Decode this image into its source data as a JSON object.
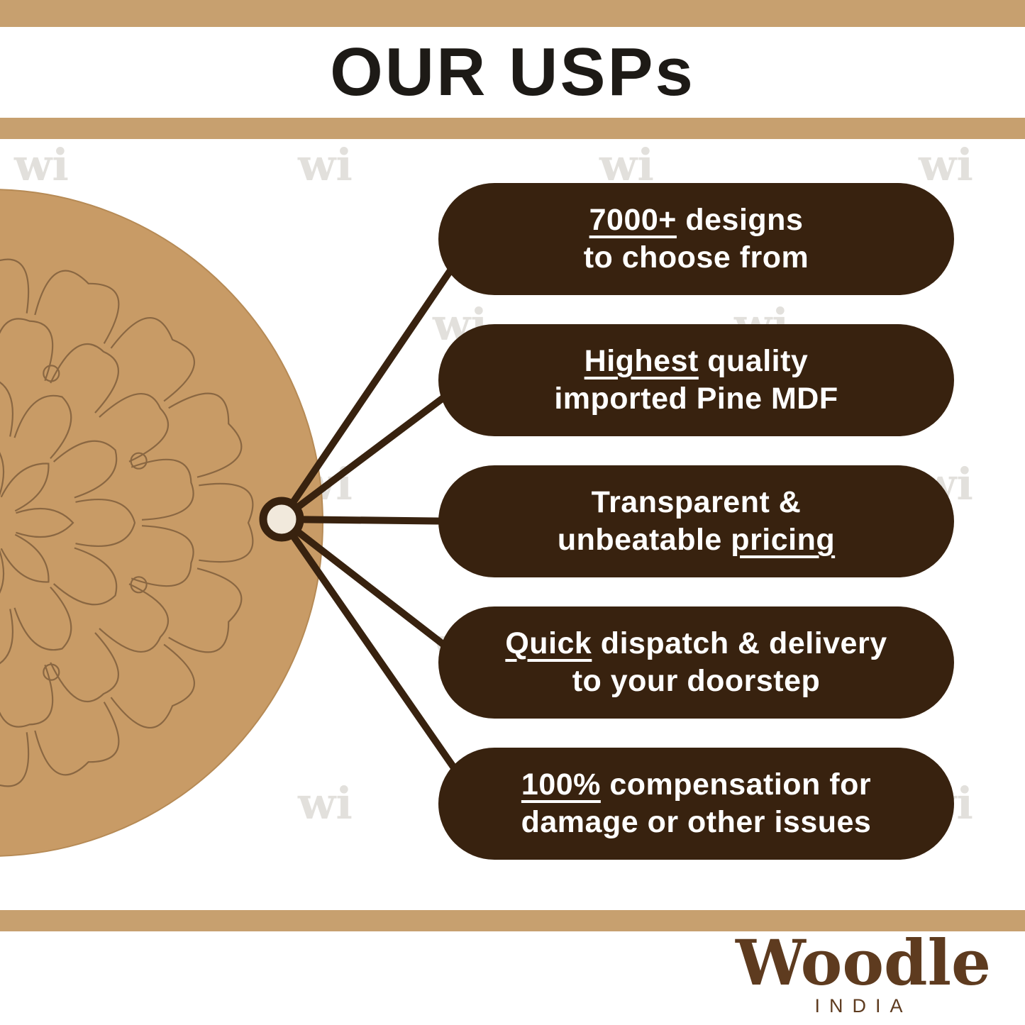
{
  "header": {
    "title": "OUR USPs"
  },
  "watermark": {
    "text": "wi"
  },
  "usps": [
    {
      "lines": [
        [
          {
            "t": "7000+",
            "u": true
          },
          {
            "t": " designs",
            "u": false
          }
        ],
        [
          {
            "t": "to choose from",
            "u": false
          }
        ]
      ]
    },
    {
      "lines": [
        [
          {
            "t": "Highest",
            "u": true
          },
          {
            "t": " quality",
            "u": false
          }
        ],
        [
          {
            "t": "imported Pine MDF",
            "u": false
          }
        ]
      ]
    },
    {
      "lines": [
        [
          {
            "t": "Transparent &",
            "u": false
          }
        ],
        [
          {
            "t": "unbeatable ",
            "u": false
          },
          {
            "t": "pricing",
            "u": true
          }
        ]
      ]
    },
    {
      "lines": [
        [
          {
            "t": "Quick",
            "u": true
          },
          {
            "t": " dispatch & delivery",
            "u": false
          }
        ],
        [
          {
            "t": "to your doorstep",
            "u": false
          }
        ]
      ]
    },
    {
      "lines": [
        [
          {
            "t": "100%",
            "u": true
          },
          {
            "t": " compensation for",
            "u": false
          }
        ],
        [
          {
            "t": "damage or other issues",
            "u": false
          }
        ]
      ]
    }
  ],
  "footer": {
    "brand": "Woodle",
    "sub": "INDIA"
  },
  "colors": {
    "band": "#C7A06F",
    "pill": "#38220F",
    "disc": "#C89B66",
    "line": "#38220F",
    "logo": "#5E3B1F"
  }
}
